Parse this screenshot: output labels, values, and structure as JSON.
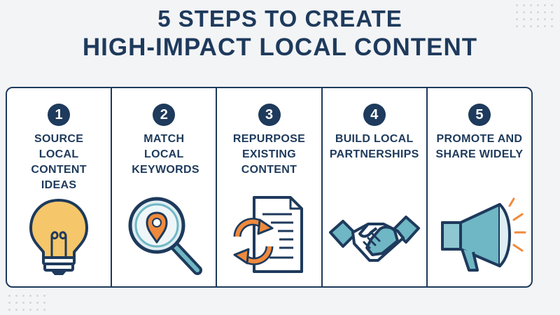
{
  "title": {
    "line1": "5 STEPS TO CREATE",
    "line2": "HIGH-IMPACT LOCAL CONTENT"
  },
  "colors": {
    "navy": "#1e3a5c",
    "orange": "#f08a3c",
    "teal": "#6fb7c4",
    "yellow": "#f5c76a",
    "background": "#f3f4f6"
  },
  "steps": [
    {
      "number": "1",
      "label": "SOURCE LOCAL CONTENT IDEAS",
      "icon": "lightbulb-icon"
    },
    {
      "number": "2",
      "label": "MATCH LOCAL KEYWORDS",
      "icon": "magnifier-location-icon"
    },
    {
      "number": "3",
      "label": "REPURPOSE EXISTING CONTENT",
      "icon": "document-refresh-icon"
    },
    {
      "number": "4",
      "label": "BUILD LOCAL PARTNERSHIPS",
      "icon": "handshake-icon"
    },
    {
      "number": "5",
      "label": "PROMOTE AND SHARE WIDELY",
      "icon": "megaphone-icon"
    }
  ]
}
